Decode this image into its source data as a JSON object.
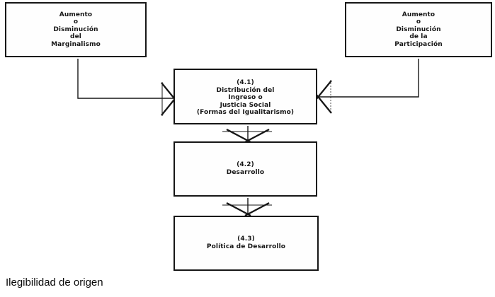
{
  "boxes": {
    "top_left": {
      "lines": [
        "Aumento",
        "o",
        "Disminución",
        "del",
        "Marginalismo"
      ]
    },
    "top_right": {
      "lines": [
        "Aumento",
        "o",
        "Disminución",
        "de la",
        "Participación"
      ]
    },
    "center": {
      "lines": [
        "(4.1)",
        "Distribución del",
        "Ingreso o",
        "Justicia Social",
        "(Formas del Igualitarismo)"
      ]
    },
    "middle": {
      "lines": [
        "(4.2)",
        "Desarrollo"
      ]
    },
    "bottom": {
      "lines": [
        "(4.3)",
        "Política de Desarrollo"
      ]
    }
  },
  "caption": "Ilegibilidad de origen",
  "colors": {
    "ink": "#161616",
    "paper": "#ffffff"
  }
}
